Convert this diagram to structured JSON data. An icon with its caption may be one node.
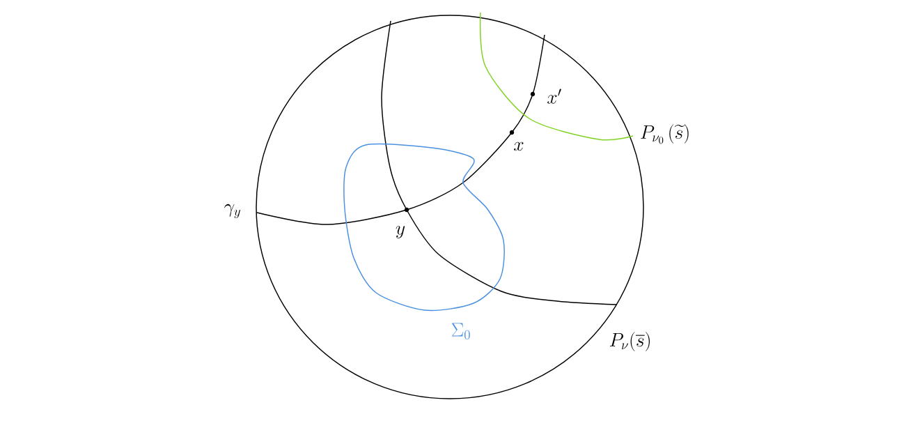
{
  "diagram": {
    "labels": [
      "x'",
      "P_{\\nu_0}\\left(\\widetilde{s}\\right)",
      "x",
      "\\gamma_y",
      "y",
      "P_\\nu(\\overline{s})",
      "\\Sigma_0"
    ]
  }
}
